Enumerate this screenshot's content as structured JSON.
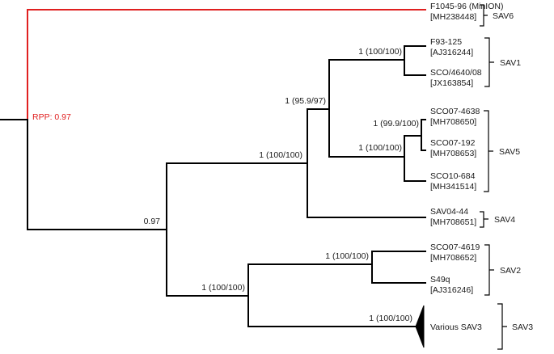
{
  "tree": {
    "highlight_color": "#e02020",
    "branch_color": "#000000",
    "node_labels": {
      "rpp": "RPP: 0.97",
      "root_inner": "0.97",
      "sav_main": "1 (100/100)",
      "sav1_sav5_sav4": "1 (95.9/97)",
      "sav1": "1 (100/100)",
      "sav5": "1 (100/100)",
      "sav5_sub": "1 (99.9/100)",
      "sav2_sav3": "1 (100/100)",
      "sav2": "1 (100/100)",
      "sav3": "1 (100/100)"
    },
    "leaves": [
      {
        "name": "F1045-96 (MinION)",
        "accession": "[MH238448]"
      },
      {
        "name": "F93-125",
        "accession": "[AJ316244]"
      },
      {
        "name": "SCO/4640/08",
        "accession": "[JX163854]"
      },
      {
        "name": "SCO07-4638",
        "accession": "[MH708650]"
      },
      {
        "name": "SCO07-192",
        "accession": "[MH708653]"
      },
      {
        "name": "SCO10-684",
        "accession": "[MH341514]"
      },
      {
        "name": "SAV04-44",
        "accession": "[MH708651]"
      },
      {
        "name": "SCO07-4619",
        "accession": "[MH708652]"
      },
      {
        "name": "S49q",
        "accession": "[AJ316246]"
      },
      {
        "name": "Various SAV3",
        "accession": ""
      }
    ],
    "groups": [
      "SAV6",
      "SAV1",
      "SAV5",
      "SAV4",
      "SAV2",
      "SAV3"
    ]
  }
}
